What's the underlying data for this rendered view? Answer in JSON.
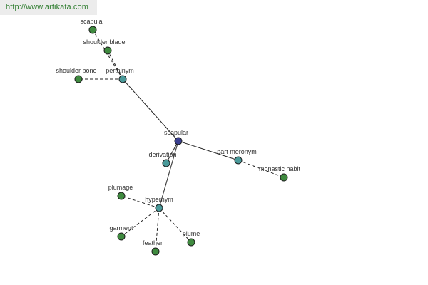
{
  "site_url": "http://www.artikata.com",
  "colors": {
    "center": "#3a3f8f",
    "relation": "#4a9a9a",
    "leaf": "#3f8a3f",
    "node_stroke": "#1e1e1e",
    "edge": "#222222",
    "url_text": "#2f7d2f"
  },
  "graph": {
    "center": {
      "id": "scapular",
      "label": "scapular"
    },
    "relations": [
      {
        "id": "pertainym",
        "label": "pertainym",
        "words": [
          {
            "id": "shoulder-bone",
            "label": "shoulder bone"
          },
          {
            "id": "shoulder-blade",
            "label": "shoulder blade"
          },
          {
            "id": "scapula",
            "label": "scapula"
          }
        ]
      },
      {
        "id": "derivation",
        "label": "derivation",
        "words": []
      },
      {
        "id": "part-meronym",
        "label": "part meronym",
        "words": [
          {
            "id": "monastic-habit",
            "label": "monastic habit"
          }
        ]
      },
      {
        "id": "hypernym",
        "label": "hypernym",
        "words": [
          {
            "id": "plumage",
            "label": "plumage"
          },
          {
            "id": "garment",
            "label": "garment"
          },
          {
            "id": "feather",
            "label": "feather"
          },
          {
            "id": "plume",
            "label": "plume"
          }
        ]
      }
    ]
  }
}
